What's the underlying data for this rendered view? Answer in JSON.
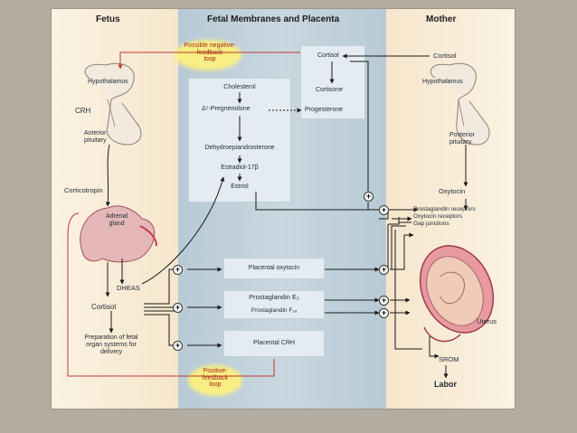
{
  "headers": {
    "fetus": "Fetus",
    "membranes": "Fetal Membranes and Placenta",
    "mother": "Mother"
  },
  "feedback": {
    "negative": [
      "Possible negative-",
      "feedback",
      "loop"
    ],
    "positive": [
      "Positive-",
      "feedback",
      "loop"
    ]
  },
  "fetus": {
    "hypothalamus": "Hypothalamus",
    "crh": "CRH",
    "anterior_pituitary": [
      "Anterior",
      "pituitary"
    ],
    "corticotropin": "Corticotropin",
    "adrenal_gland": [
      "Adrenal",
      "gland"
    ],
    "dheas": "DHEAS",
    "cortisol": "Cortisol",
    "preparation": [
      "Preparation of fetal",
      "organ systems for",
      "delivery"
    ]
  },
  "placenta": {
    "cholesterol": "Cholesterol",
    "pregnenolone": "Δ⁵-Pregnenolone",
    "progesterone": "Progesterone",
    "dhea": "Dehydroepiandrosterone",
    "estradiol": "Estradiol-17β",
    "estriol": "Estriol",
    "cortisol": "Cortisol",
    "cortisone": "Cortisone",
    "placental_oxytocin": "Placental oxytocin",
    "prostaglandin_e2": "Prostaglandin E₂",
    "prostaglandin_f2a": "Prostaglandin F₂ₐ",
    "placental_crh": "Placental CRH"
  },
  "mother": {
    "cortisol": "Cortisol",
    "hypothalamus": "Hypothalamus",
    "posterior_pituitary": [
      "Posterior",
      "pituitary"
    ],
    "oxytocin": "Oxytocin",
    "receptors": [
      "Prostaglandin receptors",
      "Oxytocin receptors",
      "Gap junctions"
    ],
    "uterus": "Uterus",
    "srom": "SROM",
    "labor": "Labor"
  },
  "symbols": {
    "plus": "+"
  },
  "colors": {
    "feedback_arrow": "#c0392b",
    "arrow": "#1a1a1a",
    "highlight": "#fff27a"
  }
}
